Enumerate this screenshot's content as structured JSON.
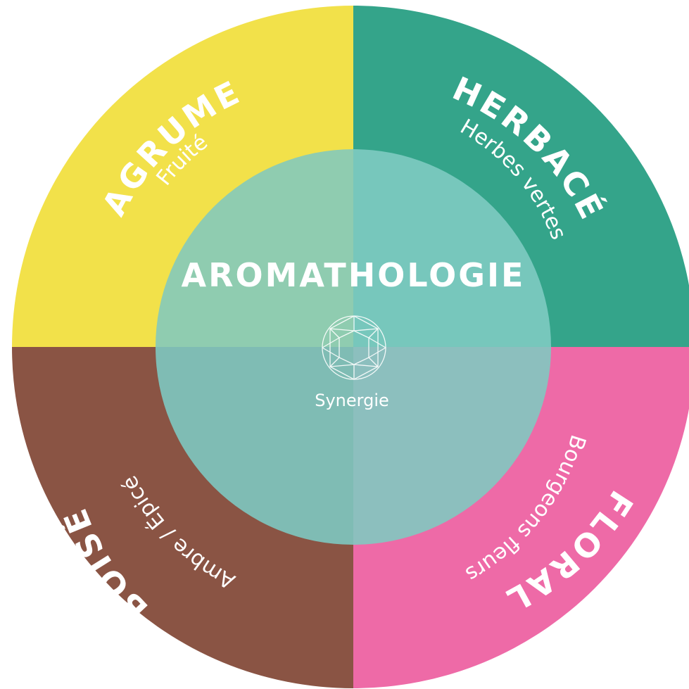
{
  "center": {
    "title": "AROMATHOLOGIE",
    "subtitle": "Synergie",
    "icon": "gem-icon"
  },
  "segments": [
    {
      "id": "agrume",
      "label": "AGRUME",
      "sublabel": "Fruité",
      "color": "#F2E14A",
      "inner_color": "#8FCCB0"
    },
    {
      "id": "herbace",
      "label": "HERBACÉ",
      "sublabel": "Herbes vertes",
      "color": "#34A48A",
      "inner_color": "#77C7BC"
    },
    {
      "id": "floral",
      "label": "FLORAL",
      "sublabel": "Bourgeons fleurs",
      "color": "#EE6AA7",
      "inner_color": "#8CBFBE"
    },
    {
      "id": "boise",
      "label": "BOISÉ",
      "sublabel": "Ambre / Épicé",
      "color": "#8A5444",
      "inner_color": "#7FBCB4"
    }
  ]
}
